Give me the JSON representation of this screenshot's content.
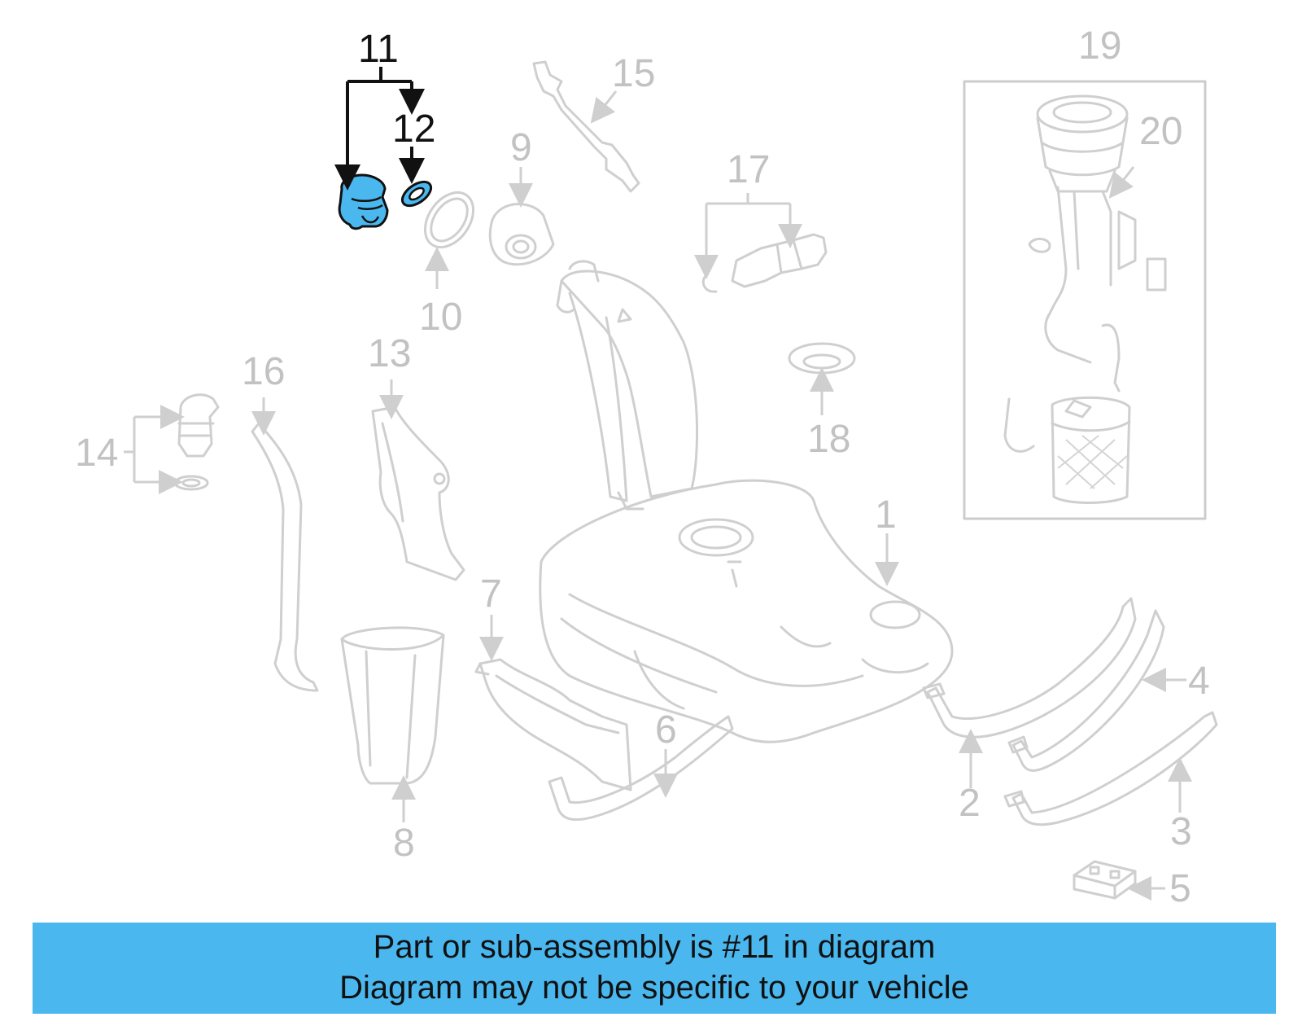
{
  "diagram": {
    "highlight_color": "#4ab8ef",
    "callout_color": "#c2c2c2",
    "labels": {
      "n1": "1",
      "n2": "2",
      "n3": "3",
      "n4": "4",
      "n5": "5",
      "n6": "6",
      "n7": "7",
      "n8": "8",
      "n9": "9",
      "n10": "10",
      "n11": "11",
      "n12": "12",
      "n13": "13",
      "n14": "14",
      "n15": "15",
      "n16": "16",
      "n17": "17",
      "n18": "18",
      "n19": "19",
      "n20": "20"
    }
  },
  "banner": {
    "line1": "Part or sub-assembly is #11 in diagram",
    "line2": "Diagram may not be specific to your vehicle"
  }
}
